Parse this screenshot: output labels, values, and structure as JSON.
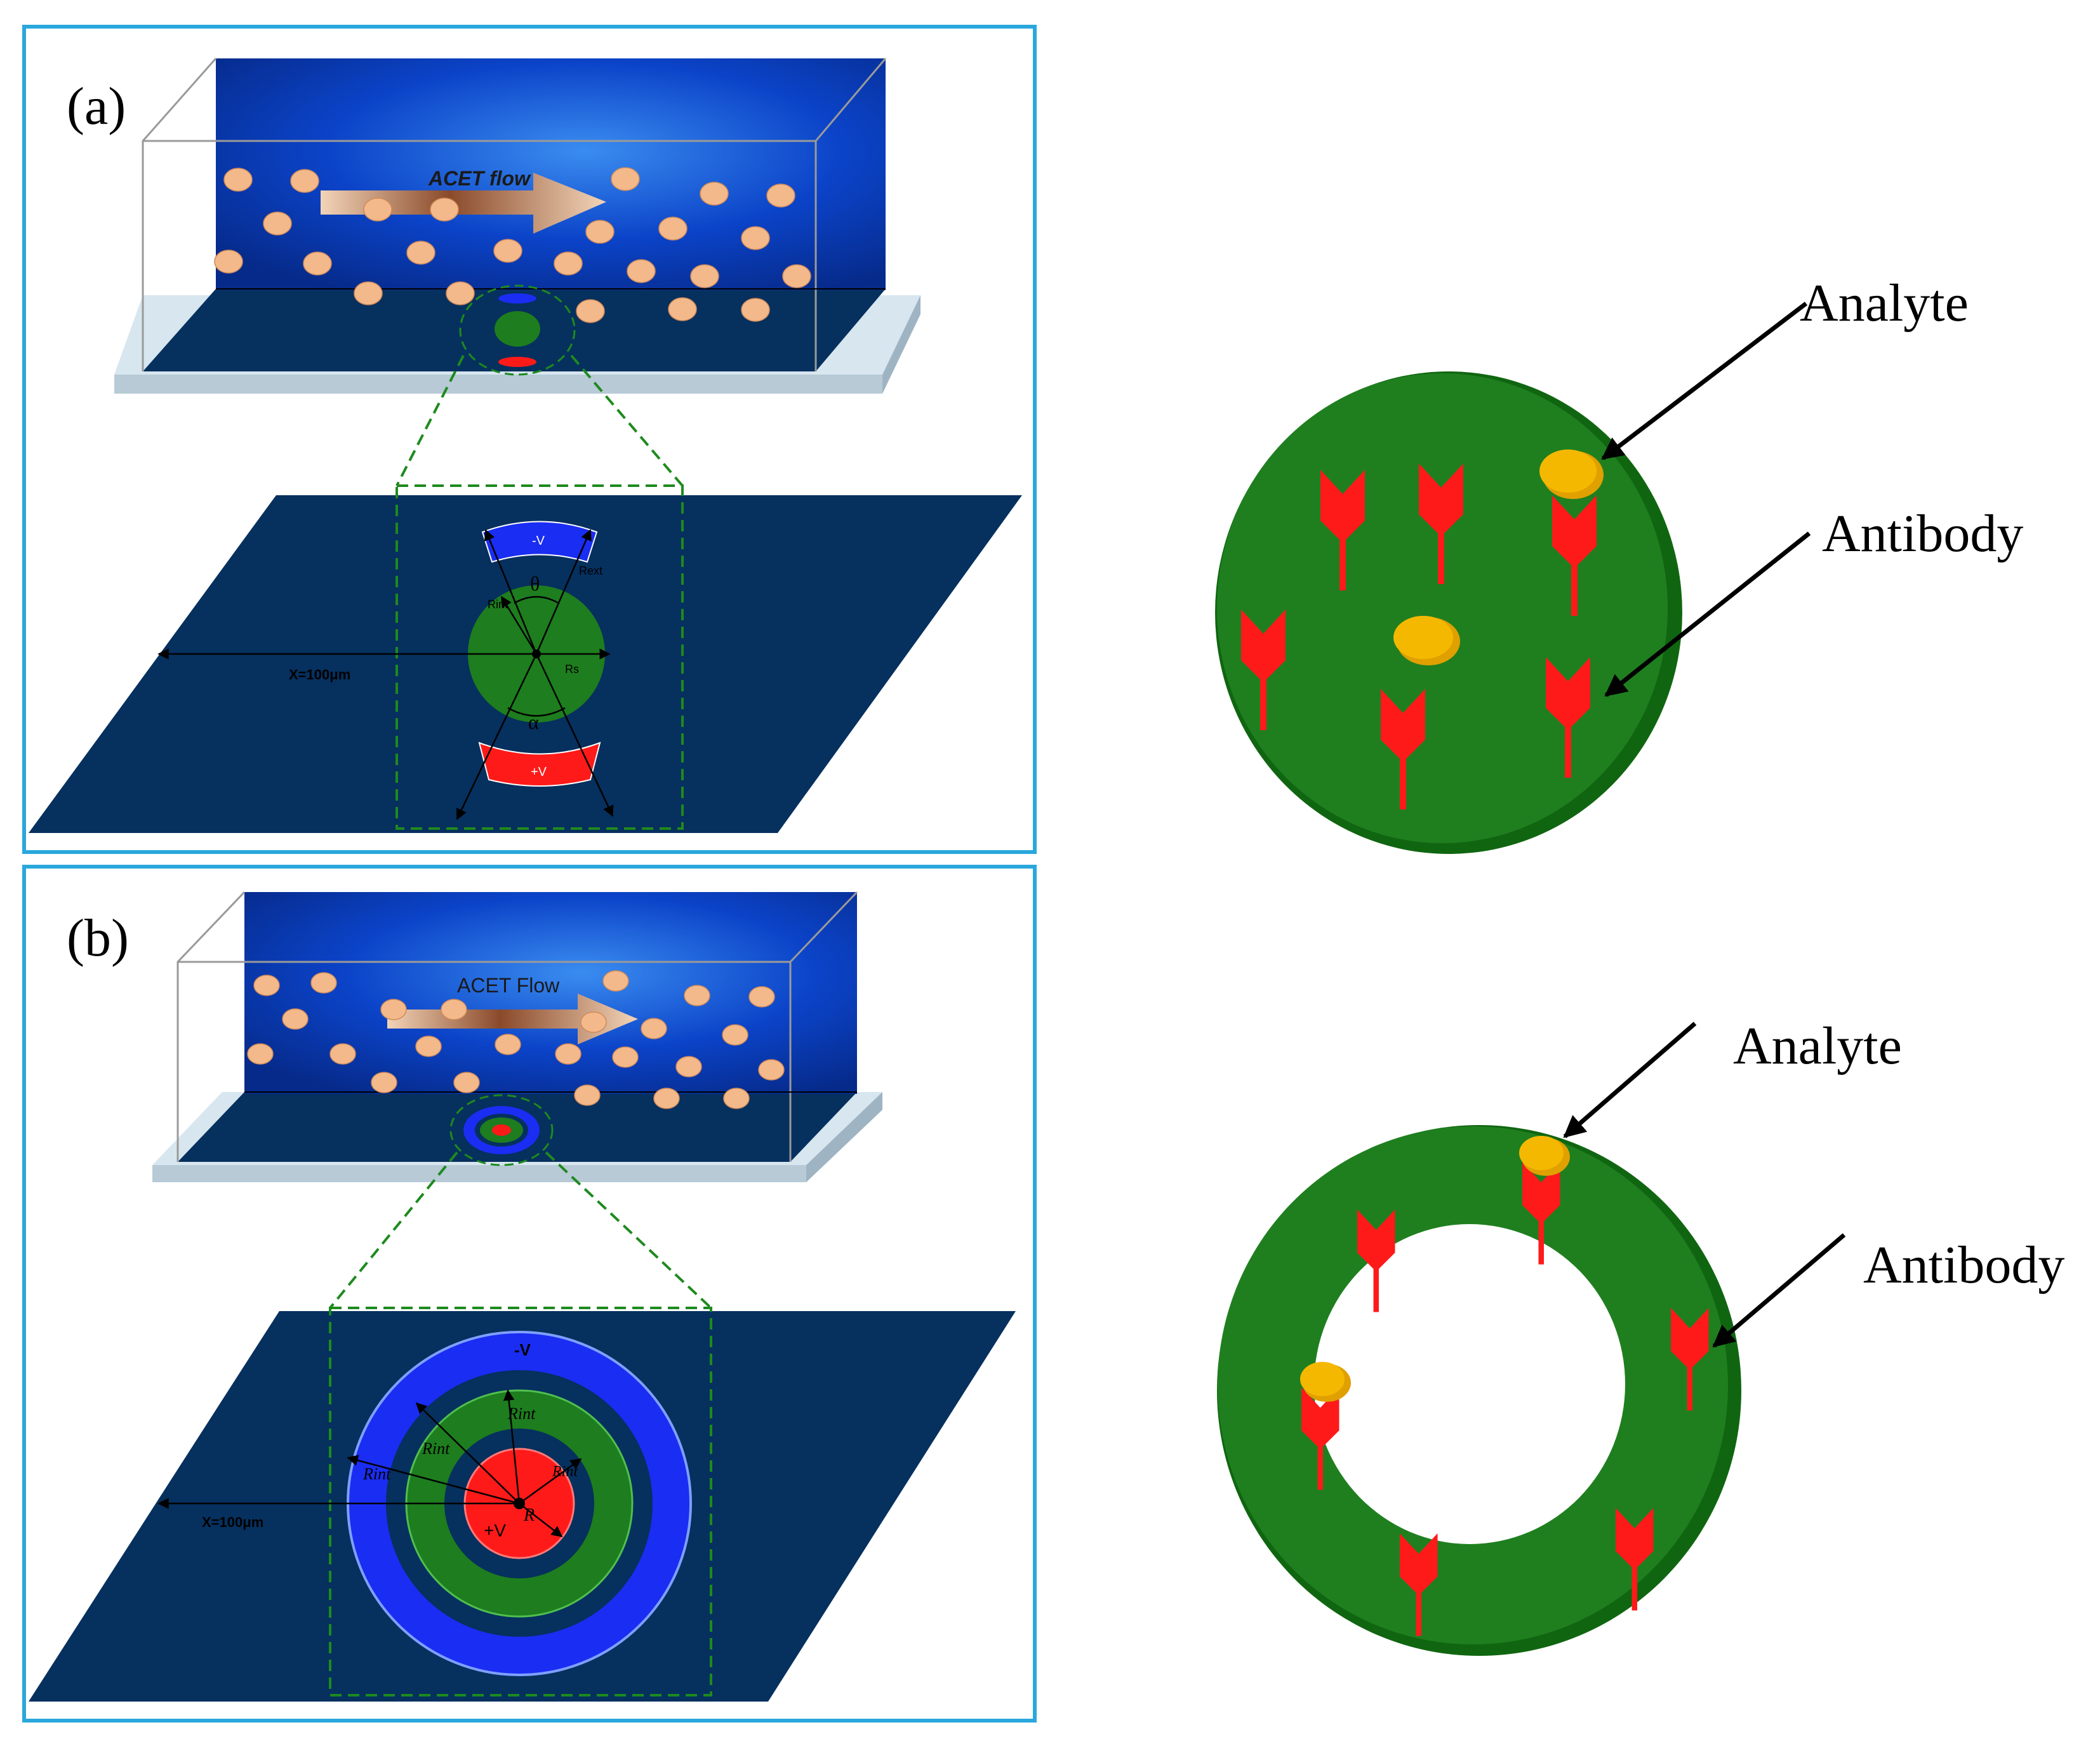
{
  "panel_a": {
    "label": "(a)",
    "flow_label": "ACET flow",
    "distance_label": "X=100μm",
    "neg_electrode": "-V",
    "pos_electrode": "+V",
    "theta": "θ",
    "alpha": "α",
    "r_ext": "Rext",
    "r_int": "Rint",
    "r_s": "Rs"
  },
  "panel_b": {
    "label": "(b)",
    "flow_label": "ACET Flow",
    "distance_label": "X=100μm",
    "neg_electrode": "-V",
    "pos_electrode": "+V",
    "r_labels": [
      "Rint",
      "Rint",
      "Rint",
      "Rint",
      "R"
    ]
  },
  "callouts_top": {
    "analyte": "Analyte",
    "antibody": "Antibody"
  },
  "callouts_bottom": {
    "analyte": "Analyte",
    "antibody": "Antibody"
  },
  "colors": {
    "frame": "#2aa7dc",
    "channel_blue": "#0a3fc4",
    "substrate": "#06305e",
    "electrode_green": "#1e7d1e",
    "electrode_red": "#ff1a1a",
    "electrode_blue": "#1a2df2",
    "particle": "#f4b98a",
    "analyte": "#f5b800",
    "antibody": "#ff1a1a"
  }
}
